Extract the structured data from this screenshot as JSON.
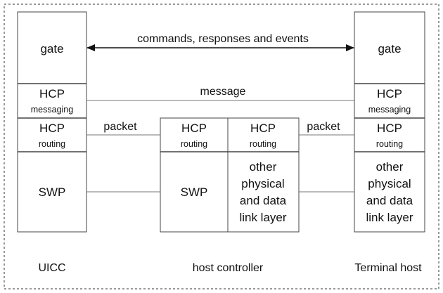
{
  "stacks": {
    "uicc": {
      "name": "UICC",
      "gate": "gate",
      "hcp_messaging": [
        "HCP",
        "messaging"
      ],
      "hcp_routing": [
        "HCP",
        "routing"
      ],
      "physical": [
        "SWP"
      ]
    },
    "host_controller": {
      "name": "host controller",
      "left": {
        "hcp_routing": [
          "HCP",
          "routing"
        ],
        "physical": [
          "SWP"
        ]
      },
      "right": {
        "hcp_routing": [
          "HCP",
          "routing"
        ],
        "physical": [
          "other",
          "physical",
          "and data",
          "link layer"
        ]
      }
    },
    "terminal_host": {
      "name": "Terminal host",
      "gate": "gate",
      "hcp_messaging": [
        "HCP",
        "messaging"
      ],
      "hcp_routing": [
        "HCP",
        "routing"
      ],
      "physical": [
        "other",
        "physical",
        "and data",
        "link layer"
      ]
    }
  },
  "connections": {
    "gate_link": "commands, responses and events",
    "message_link": "message",
    "packet_left": "packet",
    "packet_right": "packet"
  }
}
